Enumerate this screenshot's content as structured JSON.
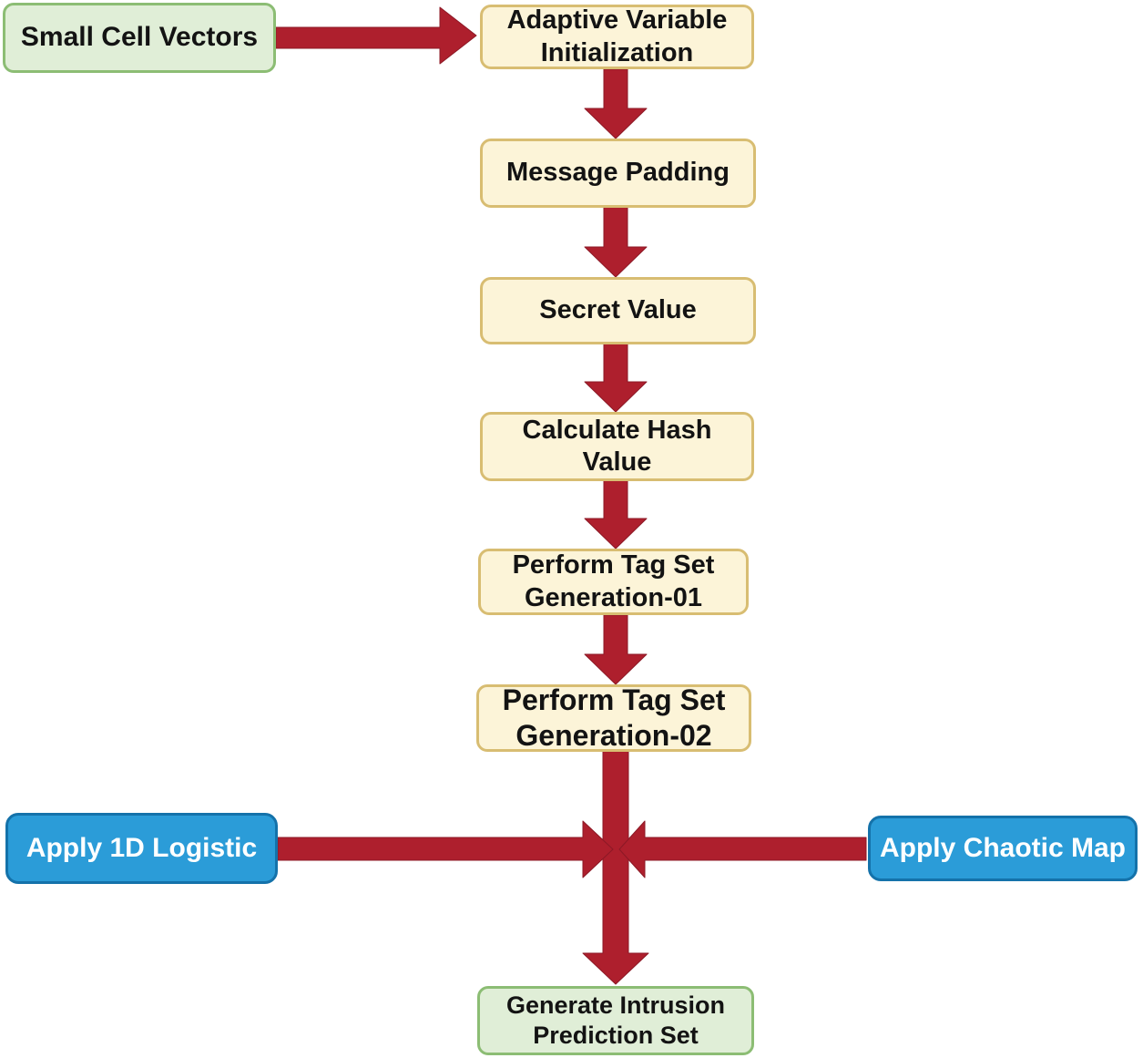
{
  "diagram": {
    "type": "flowchart",
    "colors": {
      "arrow": "#AE1F2D",
      "arrow_edge": "#8C1926",
      "yellow_fill": "#FCF4D8",
      "yellow_border": "#D8BD72",
      "green_fill": "#E0EED7",
      "green_border": "#8CBD74",
      "blue_fill": "#2B9CD8",
      "blue_border": "#1472AA",
      "text_dark": "#131313",
      "text_light": "#FFFFFF"
    },
    "nodes": [
      {
        "id": "small-cell-vectors",
        "label": "Small Cell Vectors",
        "kind": "input-green"
      },
      {
        "id": "adaptive-variable-initialization",
        "label": "Adaptive Variable Initialization",
        "kind": "process-yellow"
      },
      {
        "id": "message-padding",
        "label": "Message Padding",
        "kind": "process-yellow"
      },
      {
        "id": "secret-value",
        "label": "Secret Value",
        "kind": "process-yellow"
      },
      {
        "id": "calculate-hash-value",
        "label": "Calculate Hash Value",
        "kind": "process-yellow"
      },
      {
        "id": "perform-tag-set-generation-01",
        "label": "Perform Tag Set Generation-01",
        "kind": "process-yellow"
      },
      {
        "id": "perform-tag-set-generation-02",
        "label": "Perform Tag Set Generation-02",
        "kind": "process-yellow"
      },
      {
        "id": "apply-1d-logistic",
        "label": "Apply 1D Logistic",
        "kind": "input-blue"
      },
      {
        "id": "apply-chaotic-map",
        "label": "Apply Chaotic Map",
        "kind": "input-blue"
      },
      {
        "id": "generate-intrusion-prediction-set",
        "label": "Generate Intrusion Prediction Set",
        "kind": "output-green"
      }
    ],
    "edges": [
      {
        "from": "small-cell-vectors",
        "to": "adaptive-variable-initialization",
        "direction": "right"
      },
      {
        "from": "adaptive-variable-initialization",
        "to": "message-padding",
        "direction": "down"
      },
      {
        "from": "message-padding",
        "to": "secret-value",
        "direction": "down"
      },
      {
        "from": "secret-value",
        "to": "calculate-hash-value",
        "direction": "down"
      },
      {
        "from": "calculate-hash-value",
        "to": "perform-tag-set-generation-01",
        "direction": "down"
      },
      {
        "from": "perform-tag-set-generation-01",
        "to": "perform-tag-set-generation-02",
        "direction": "down"
      },
      {
        "from": "perform-tag-set-generation-02",
        "to": "generate-intrusion-prediction-set",
        "direction": "down"
      },
      {
        "from": "apply-1d-logistic",
        "to": "perform-tag-set-generation-02-output",
        "direction": "right"
      },
      {
        "from": "apply-chaotic-map",
        "to": "perform-tag-set-generation-02-output",
        "direction": "left"
      }
    ]
  }
}
